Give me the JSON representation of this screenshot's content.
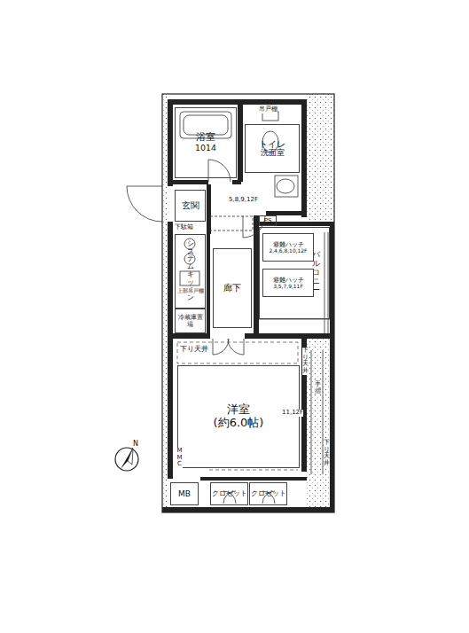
{
  "diagram": {
    "nodes": [
      {
        "text": [
          "浴室",
          "1014"
        ]
      },
      {
        "text": [
          "トイレ",
          "洗面室"
        ]
      },
      {
        "text": [
          "玄関"
        ]
      },
      {
        "text": [
          "システムキッチン"
        ]
      },
      {
        "text": [
          "冷蔵庫置場"
        ]
      },
      {
        "text": [
          "廊下"
        ]
      },
      {
        "text": [
          "PS"
        ]
      },
      {
        "text": [
          "バルコニー"
        ]
      },
      {
        "text": [
          "避難ハッチ",
          "2,4,6,8,10,12F"
        ],
        "in": 7
      },
      {
        "text": [
          "避難ハッチ",
          "3,5,7,9,11F"
        ],
        "in": 7
      },
      {
        "text": [
          "洋室",
          "(約6.0帖)"
        ]
      },
      {
        "text": [
          "MB"
        ]
      },
      {
        "text": [
          "クロゼット"
        ]
      },
      {
        "text": [
          "クロゼット"
        ]
      }
    ],
    "labels": [
      "吊戸棚",
      "5,8,9,12F",
      "下駄箱",
      "上部吊戸棚",
      "下り天井",
      "11,12F",
      "下り天井",
      "下り天井",
      "手摺",
      "MMC",
      "N"
    ]
  }
}
